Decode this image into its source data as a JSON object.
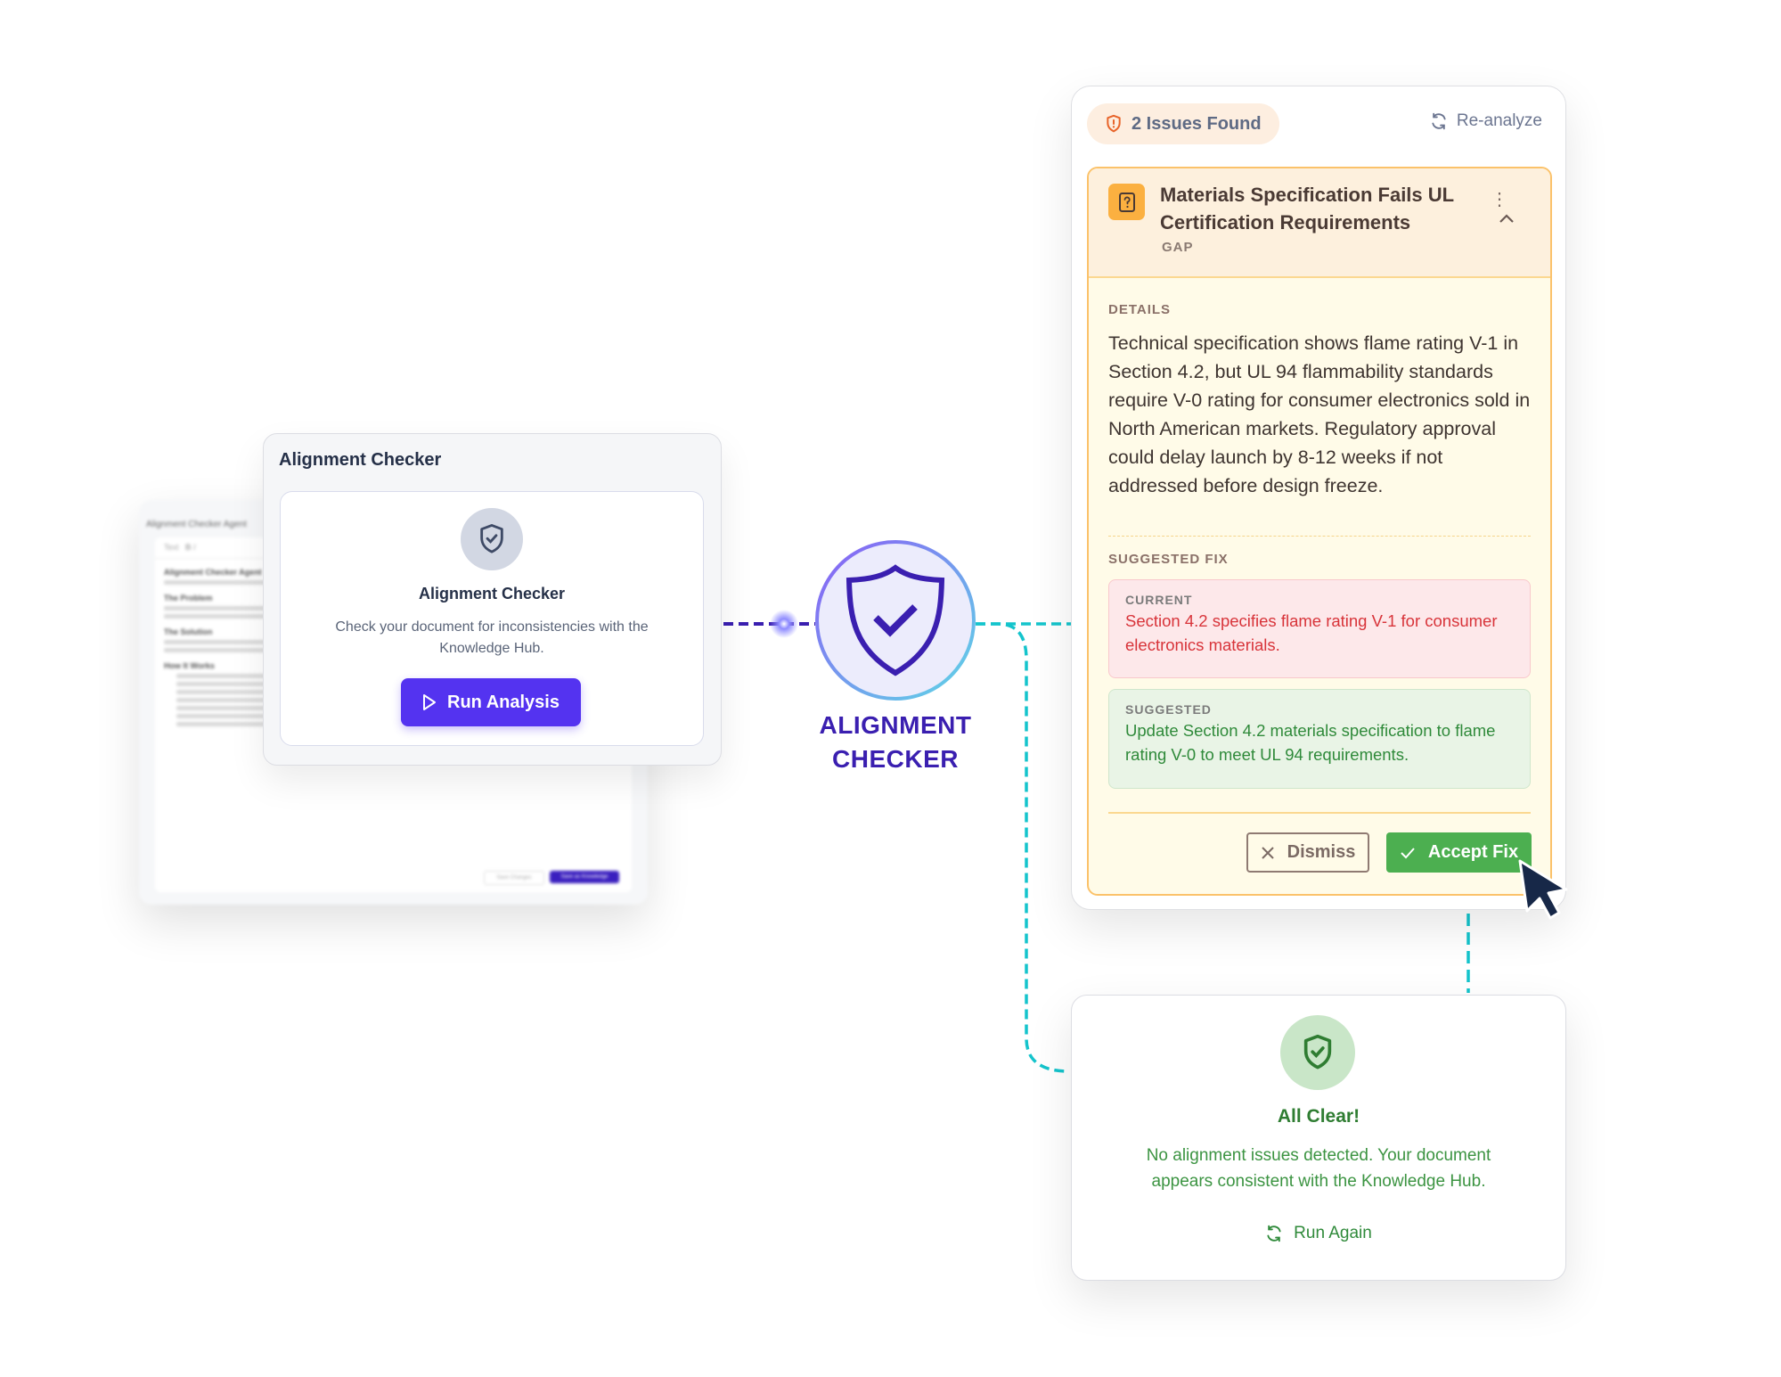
{
  "background_document": {
    "breadcrumb": "Alignment Checker Agent",
    "toolbar_text": "Text",
    "headings": [
      "Alignment Checker Agent",
      "The Problem",
      "The Solution",
      "How It Works"
    ],
    "buttons": [
      "Save Changes",
      "Save as Knowledge"
    ]
  },
  "left_card": {
    "title": "Alignment Checker",
    "icon": "shield-check-icon",
    "heading": "Alignment Checker",
    "description": "Check your document for inconsistencies with the Knowledge Hub.",
    "run_button": "Run Analysis"
  },
  "hub": {
    "icon": "shield-check-icon",
    "label_line1": "ALIGNMENT",
    "label_line2": "CHECKER"
  },
  "results_panel": {
    "badge": "2 Issues Found",
    "reanalyze": "Re-analyze",
    "issue": {
      "title": "Materials Specification Fails UL Certification Requirements",
      "type": "GAP",
      "details_label": "DETAILS",
      "details": "Technical specification shows flame rating V-1 in Section 4.2, but UL 94 flammability standards require V-0 rating for consumer electronics sold in North American markets. Regulatory approval could delay launch by 8-12 weeks if not addressed before design freeze.",
      "suggested_fix_label": "SUGGESTED FIX",
      "current_label": "CURRENT",
      "current_text": "Section 4.2 specifies flame rating V-1 for consumer electronics materials.",
      "suggested_label": "SUGGESTED",
      "suggested_text": "Update Section 4.2 materials specification to flame rating V-0 to meet UL 94 requirements.",
      "dismiss": "Dismiss",
      "accept": "Accept Fix"
    }
  },
  "all_clear_card": {
    "title": "All Clear!",
    "description": "No alignment issues detected. Your document appears consistent with the Knowledge Hub.",
    "run_again": "Run Again"
  },
  "colors": {
    "primary": "#5433f0",
    "hub_text": "#3a1fb0",
    "connector_cyan": "#14c4cc",
    "warning": "#fbb040",
    "success": "#4caf50",
    "danger": "#d8343a"
  }
}
